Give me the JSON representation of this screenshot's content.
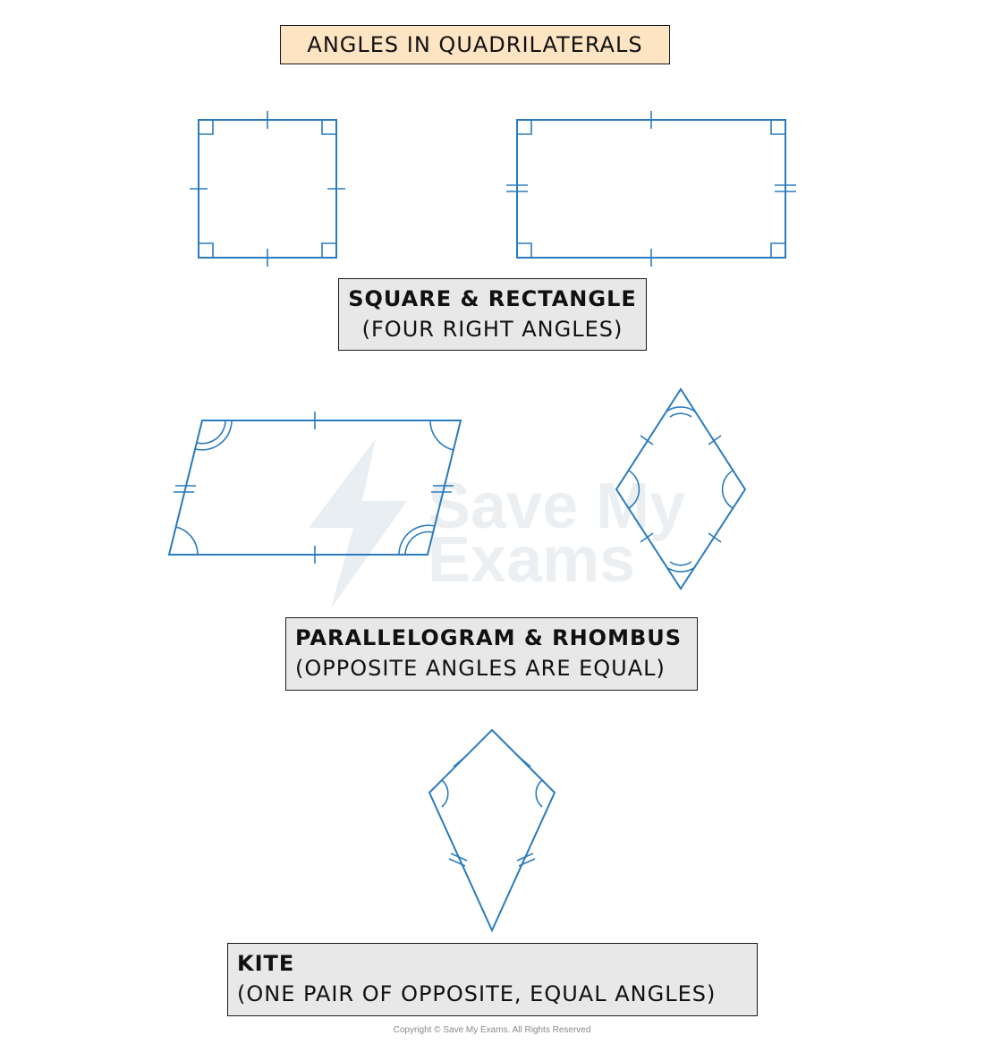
{
  "title": "ANGLES IN QUADRILATERALS",
  "square_rectangle": {
    "name": "SQUARE & RECTANGLE",
    "property": "(FOUR RIGHT ANGLES)"
  },
  "parallelogram_rhombus": {
    "name": "PARALLELOGRAM & RHOMBUS",
    "property": "(OPPOSITE ANGLES ARE EQUAL)"
  },
  "kite": {
    "name": "KITE",
    "property": "(ONE PAIR OF OPPOSITE, EQUAL ANGLES)"
  },
  "watermark": {
    "line1": "Save My",
    "line2": "Exams"
  },
  "copyright": "Copyright © Save My Exams. All Rights Reserved",
  "colors": {
    "shape_stroke": "#2a7bbf",
    "title_fill": "#fde5c3",
    "label_fill": "#e8e8e8"
  }
}
